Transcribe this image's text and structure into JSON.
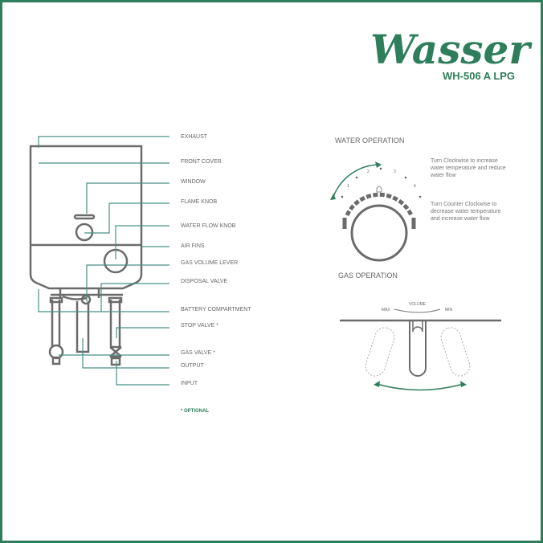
{
  "brand": {
    "logo_text": "Wasser",
    "model": "WH-506 A LPG",
    "color": "#2e7d5b"
  },
  "parts": {
    "labels": [
      "EXHAUST",
      "FRONT COVER",
      "WINDOW",
      "FLAME KNOB",
      "WATER FLOW KNOB",
      "AIR FINS",
      "GAS VOLUME LEVER",
      "DISPOSAL VALVE",
      "BATTERY COMPARTMENT",
      "STOP VALVE *",
      "GAS VALVE *",
      "OUTPUT",
      "INPUT"
    ],
    "optional_note": "* OPTIONAL"
  },
  "water_operation": {
    "title": "WATER OPERATION",
    "dial_numbers": [
      "1",
      "2",
      "3",
      "4"
    ],
    "clockwise_text": [
      "Turn Clockwise to increase",
      "water temperature and reduce",
      "water flow"
    ],
    "counter_clockwise_text": [
      "Turn Counter Clockwise to",
      "decrease water temperature",
      "and increase water flow"
    ]
  },
  "gas_operation": {
    "title": "GAS OPERATION",
    "volume_label": "VOLUME",
    "max_label": "MAX",
    "min_label": "MIN"
  },
  "colors": {
    "accent": "#2e7d5b",
    "leader": "#4a8f86",
    "outline": "#6b6b6b"
  }
}
